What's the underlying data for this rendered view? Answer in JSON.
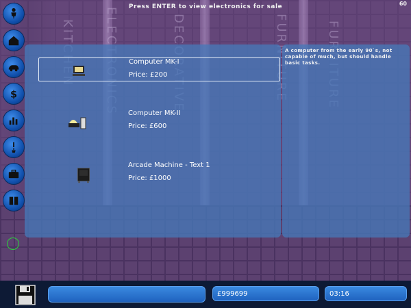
{
  "banner": {
    "instruction": "Press ENTER to view electronics for sale",
    "fps": "60"
  },
  "wall_words": [
    "KITCHEN",
    "ELECTRONICS",
    "DECORATIVE",
    "FURNITURE",
    "FURNITURE"
  ],
  "toolbar": {
    "tools": [
      {
        "icon": "person-icon"
      },
      {
        "icon": "house-icon"
      },
      {
        "icon": "car-icon"
      },
      {
        "icon": "dollar-icon"
      },
      {
        "icon": "bar-chart-icon"
      },
      {
        "icon": "alert-person-icon"
      },
      {
        "icon": "briefcase-icon"
      },
      {
        "icon": "shop-icon"
      }
    ]
  },
  "shop": {
    "items": [
      {
        "name": "Computer MK-I",
        "price": "Price: £200",
        "icon": "computer-mk1-icon",
        "selected": true
      },
      {
        "name": "Computer MK-II",
        "price": "Price: £600",
        "icon": "computer-mk2-icon",
        "selected": false
      },
      {
        "name": "Arcade Machine - Text 1",
        "price": "Price: £1000",
        "icon": "arcade-machine-icon",
        "selected": false
      }
    ]
  },
  "description": {
    "text": "A computer from the early 90`s, not capable of much, but should handle basic tasks."
  },
  "status": {
    "money": "£999699",
    "clock": "03:16"
  },
  "colors": {
    "panel": "#4678b9",
    "accent_green": "#2bd03a",
    "bar": "#0d1a35"
  }
}
